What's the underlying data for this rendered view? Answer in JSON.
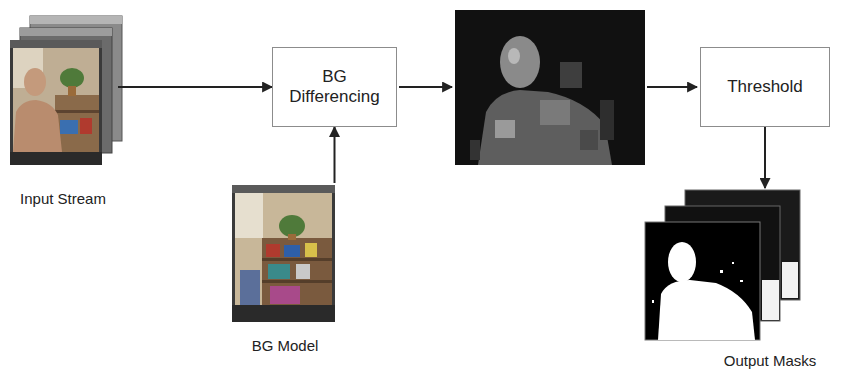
{
  "diagram": {
    "nodes": [
      {
        "text": [
          "Input Stream"
        ]
      },
      {
        "text": [
          "BG Differencing"
        ]
      },
      {
        "text": [
          "BG Model"
        ]
      },
      {
        "text": [
          "Threshold"
        ]
      },
      {
        "text": [
          "Output Masks"
        ]
      }
    ],
    "edges": [
      {
        "from": 0,
        "to": 1,
        "arrow": "to"
      },
      {
        "from": 2,
        "to": 1,
        "arrow": "to"
      },
      {
        "from": 3,
        "to": 4,
        "arrow": "to"
      }
    ]
  }
}
